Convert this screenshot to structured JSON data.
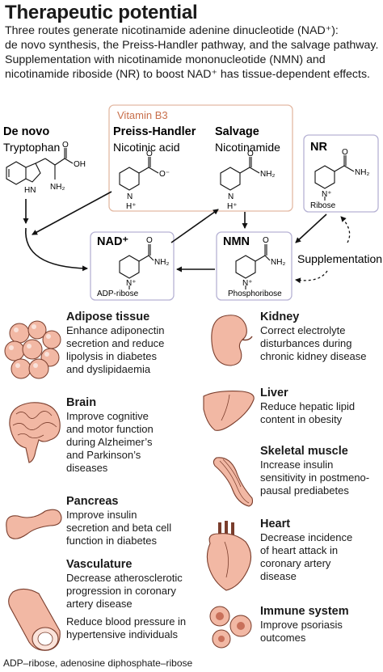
{
  "title": "Therapeutic potential",
  "intro": [
    "Three routes generate nicotinamide adenine dinucleotide (NAD⁺):",
    "de novo synthesis, the Preiss-Handler pathway, and the salvage pathway.",
    "Supplementation with nicotinamide mononucleotide (NMN) and",
    "nicotinamide riboside (NR) to boost NAD⁺ has tissue-dependent effects."
  ],
  "pathway": {
    "vitamin_b3_label": "Vitamin B3",
    "de_novo": {
      "title": "De novo",
      "compound": "Tryptophan"
    },
    "preiss_handler": {
      "title": "Preiss-Handler",
      "compound": "Nicotinic acid"
    },
    "salvage": {
      "title": "Salvage",
      "compound": "Nicotinamide"
    },
    "nr": {
      "title": "NR",
      "sub": "Ribose"
    },
    "nad": {
      "title": "NAD⁺",
      "sub": "ADP-ribose"
    },
    "nmn": {
      "title": "NMN",
      "sub": "Phosphoribose"
    },
    "supplementation": "Supplementation",
    "atoms": {
      "oh": "OH",
      "o": "O",
      "o_minus": "O⁻",
      "nh2": "NH₂",
      "n": "N",
      "n_plus": "N⁺",
      "h_plus": "H⁺",
      "hn": "HN"
    }
  },
  "organs_left": [
    {
      "icon": "adipose-icon",
      "title": "Adipose tissue",
      "desc": [
        "Enhance adiponectin",
        "secretion and reduce",
        "lipolysis in diabetes",
        "and dyslipidaemia"
      ]
    },
    {
      "icon": "brain-icon",
      "title": "Brain",
      "desc": [
        "Improve cognitive",
        "and motor function",
        "during Alzheimer’s",
        "and Parkinson’s",
        "diseases"
      ]
    },
    {
      "icon": "pancreas-icon",
      "title": "Pancreas",
      "desc": [
        "Improve insulin",
        "secretion and beta cell",
        "function in diabetes"
      ]
    },
    {
      "icon": "vasculature-icon",
      "title": "Vasculature",
      "desc": [
        "Decrease atherosclerotic",
        "progression in coronary",
        "artery disease"
      ],
      "desc2": [
        "Reduce blood pressure in",
        "hypertensive individuals"
      ]
    }
  ],
  "organs_right": [
    {
      "icon": "kidney-icon",
      "title": "Kidney",
      "desc": [
        "Correct electrolyte",
        "disturbances during",
        "chronic kidney disease"
      ]
    },
    {
      "icon": "liver-icon",
      "title": "Liver",
      "desc": [
        "Reduce hepatic lipid",
        "content in obesity"
      ]
    },
    {
      "icon": "skeletal-muscle-icon",
      "title": "Skeletal muscle",
      "desc": [
        "Increase insulin",
        "sensitivity in postmeno-",
        "pausal prediabetes"
      ]
    },
    {
      "icon": "heart-icon",
      "title": "Heart",
      "desc": [
        "Decrease incidence",
        "of heart attack in",
        "coronary artery",
        "disease"
      ]
    },
    {
      "icon": "immune-system-icon",
      "title": "Immune system",
      "desc": [
        "Improve psoriasis",
        "outcomes"
      ]
    }
  ],
  "footnote": "ADP–ribose, adenosine diphosphate–ribose",
  "colors": {
    "vitamin_box": "#e3b9a3",
    "vitamin_label": "#c86f4b",
    "molecule_box": "#b6b2d4",
    "organ_fill": "#f2b8a4",
    "organ_stroke": "#7a3d2c"
  }
}
